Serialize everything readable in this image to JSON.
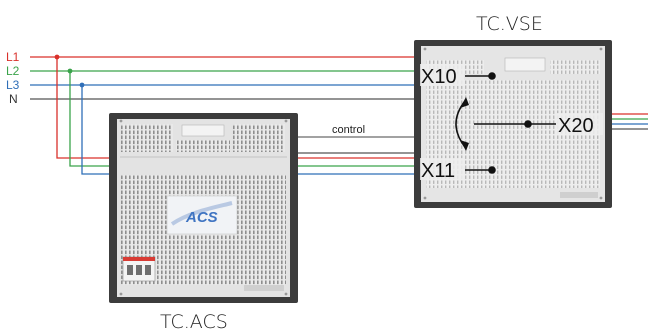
{
  "colors": {
    "L1": "#d9312b",
    "L2": "#3aa34a",
    "L3": "#2f6fb8",
    "N": "#555555",
    "cabinet_frame": "#3b3b3b",
    "cabinet_panel": "#e6e6e6",
    "vent": "#9a9a9a",
    "acs_badge": "#3f74c2"
  },
  "lines": {
    "L1": "L1",
    "L2": "L2",
    "L3": "L3",
    "N": "N"
  },
  "units": {
    "vse": {
      "title": "TC.VSE",
      "port_top": "X10",
      "port_bottom": "X11",
      "port_right": "X20"
    },
    "acs": {
      "title": "TC.ACS",
      "badge": "ACS"
    }
  },
  "connection_label": "control"
}
